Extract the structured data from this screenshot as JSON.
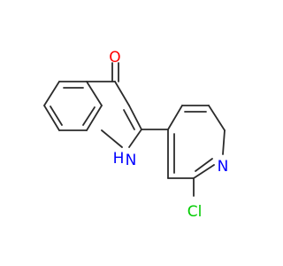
{
  "molecule": {
    "atoms": {
      "oxygen": {
        "text": "O",
        "color": "#ff0000"
      },
      "nh": {
        "text": "N",
        "h": "H",
        "color": "#0000ff"
      },
      "pyridine_n": {
        "text": "N",
        "color": "#0000ff"
      },
      "chlorine": {
        "text": "Cl",
        "color": "#00cc00"
      }
    },
    "bond_color": "#2b2b2b"
  }
}
